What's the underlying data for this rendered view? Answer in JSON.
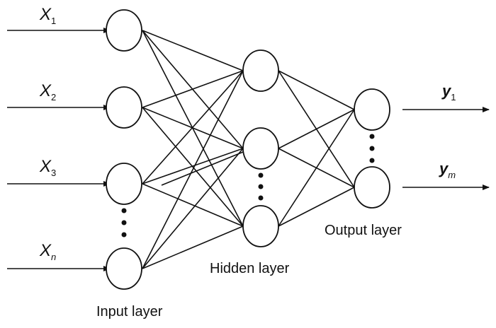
{
  "inputs": [
    {
      "symbol": "X",
      "subscript": "1"
    },
    {
      "symbol": "X",
      "subscript": "2"
    },
    {
      "symbol": "X",
      "subscript": "3"
    },
    {
      "symbol": "X",
      "subscript": "n"
    }
  ],
  "outputs": [
    {
      "symbol": "y",
      "subscript": "1"
    },
    {
      "symbol": "y",
      "subscript": "m"
    }
  ],
  "labels": {
    "input_layer": "Input layer",
    "hidden_layer": "Hidden layer",
    "output_layer": "Output layer"
  }
}
